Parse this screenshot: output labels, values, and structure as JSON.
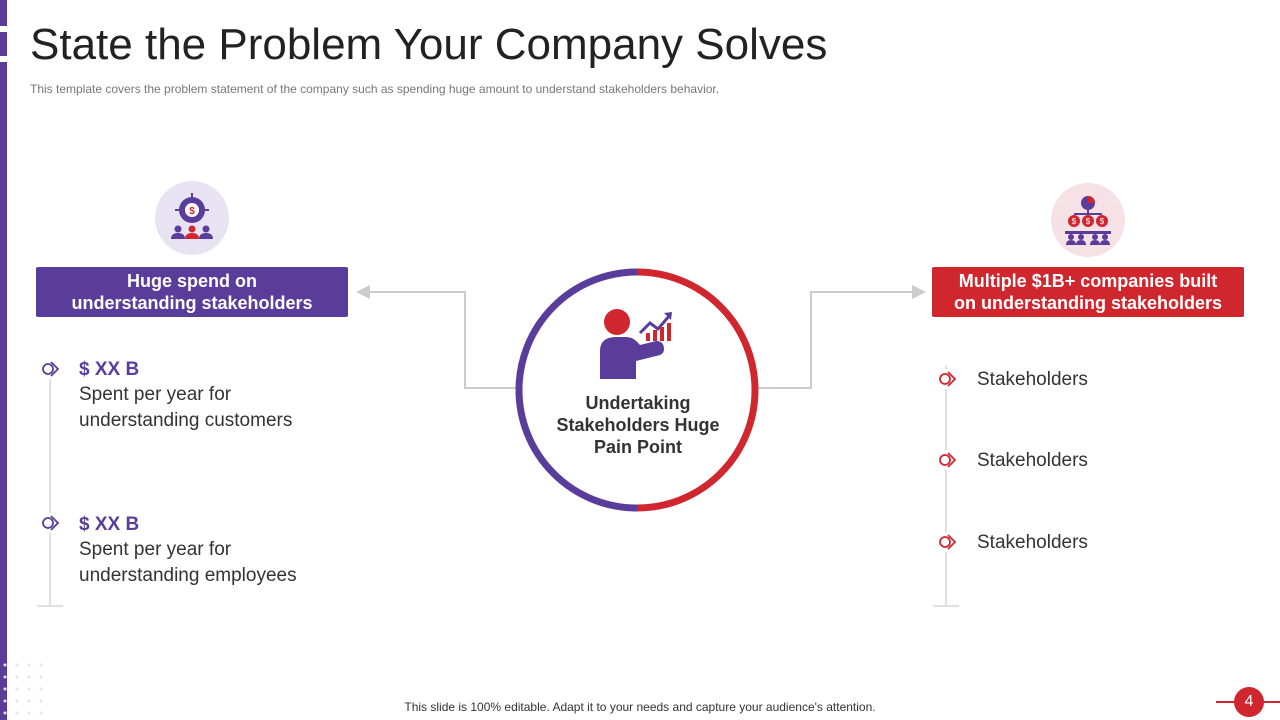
{
  "header": {
    "title": "State the Problem Your Company Solves",
    "subtitle": "This template covers the problem statement of the company such as spending huge amount to understand stakeholders behavior."
  },
  "left": {
    "banner": [
      "Huge spend on",
      "understanding stakeholders"
    ],
    "icon": "stakeholder-money-target-icon",
    "items": [
      {
        "head": "$ XX B",
        "line1": "Spent per year for",
        "line2": "understanding  customers"
      },
      {
        "head": "$ XX B",
        "line1": "Spent per year for",
        "line2": "understanding  employees"
      }
    ]
  },
  "center": {
    "icon": "presenter-growth-chart-icon",
    "text": [
      "Undertaking",
      "Stakeholders Huge",
      "Pain Point"
    ]
  },
  "right": {
    "banner": [
      "Multiple $1B+ companies built",
      "on understanding stakeholders"
    ],
    "icon": "money-hierarchy-people-icon",
    "items": [
      "Stakeholders",
      "Stakeholders",
      "Stakeholders"
    ]
  },
  "footer": {
    "text": "This slide is 100% editable. Adapt it to your needs and capture your audience's attention.",
    "page": "4"
  },
  "colors": {
    "purple": "#5a3d9a",
    "red": "#d0272f",
    "line": "#cccccc"
  }
}
